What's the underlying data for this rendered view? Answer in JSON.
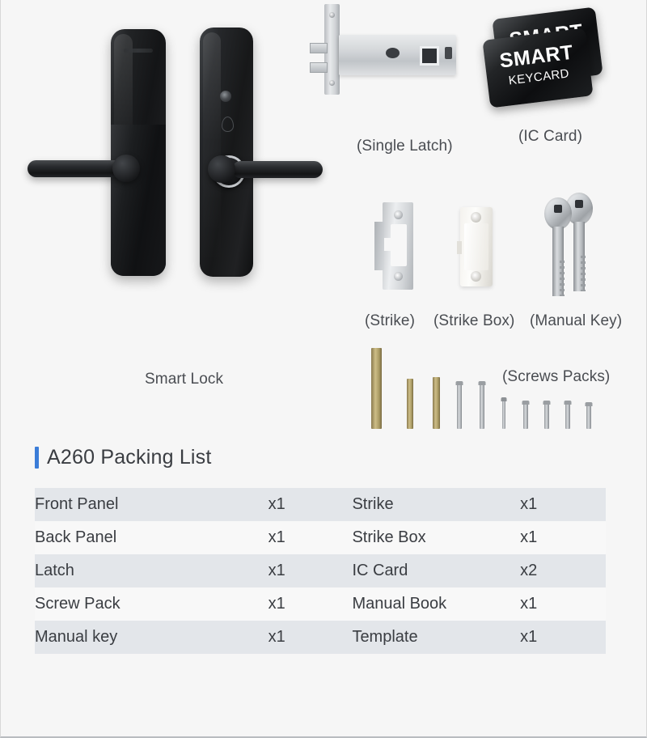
{
  "showcase": {
    "items": [
      {
        "key": "smart_lock",
        "caption": "Smart Lock"
      },
      {
        "key": "single_latch",
        "caption": "(Single Latch)"
      },
      {
        "key": "ic_card",
        "caption": "(IC Card)"
      },
      {
        "key": "strike",
        "caption": "(Strike)"
      },
      {
        "key": "strike_box",
        "caption": "(Strike Box)"
      },
      {
        "key": "manual_key",
        "caption": "(Manual Key)"
      },
      {
        "key": "screws_packs",
        "caption": "(Screws Packs)"
      }
    ],
    "keycard": {
      "line1": "SMART",
      "line2": "KEYCARD"
    }
  },
  "packing_list": {
    "title": "A260 Packing List",
    "accent_color": "#3b7dd8",
    "rows": [
      {
        "name_left": "Front Panel",
        "qty_left": "x1",
        "name_right": "Strike",
        "qty_right": "x1"
      },
      {
        "name_left": "Back Panel",
        "qty_left": "x1",
        "name_right": "Strike Box",
        "qty_right": "x1"
      },
      {
        "name_left": "Latch",
        "qty_left": "x1",
        "name_right": "IC Card",
        "qty_right": "x2"
      },
      {
        "name_left": "Screw Pack",
        "qty_left": "x1",
        "name_right": "Manual Book",
        "qty_right": "x1"
      },
      {
        "name_left": "Manual key",
        "qty_left": "x1",
        "name_right": "Template",
        "qty_right": "x1"
      }
    ]
  }
}
